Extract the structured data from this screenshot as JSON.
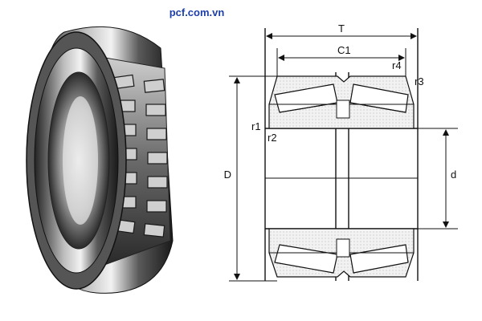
{
  "site": {
    "watermark": "pcf.com.vn"
  },
  "photo": {
    "subject": "double-row-tapered-roller-bearing"
  },
  "drawing": {
    "dimensions": {
      "T": "T",
      "C1": "C1",
      "D": "D",
      "d": "d",
      "r1": "r1",
      "r2": "r2",
      "r3": "r3",
      "r4": "r4"
    }
  },
  "colors": {
    "line": "#111111",
    "hatch": "#e6e6e6",
    "link": "#1e3ea8",
    "steel_dark": "#2b2b2b",
    "steel_light": "#d9d9d9"
  }
}
